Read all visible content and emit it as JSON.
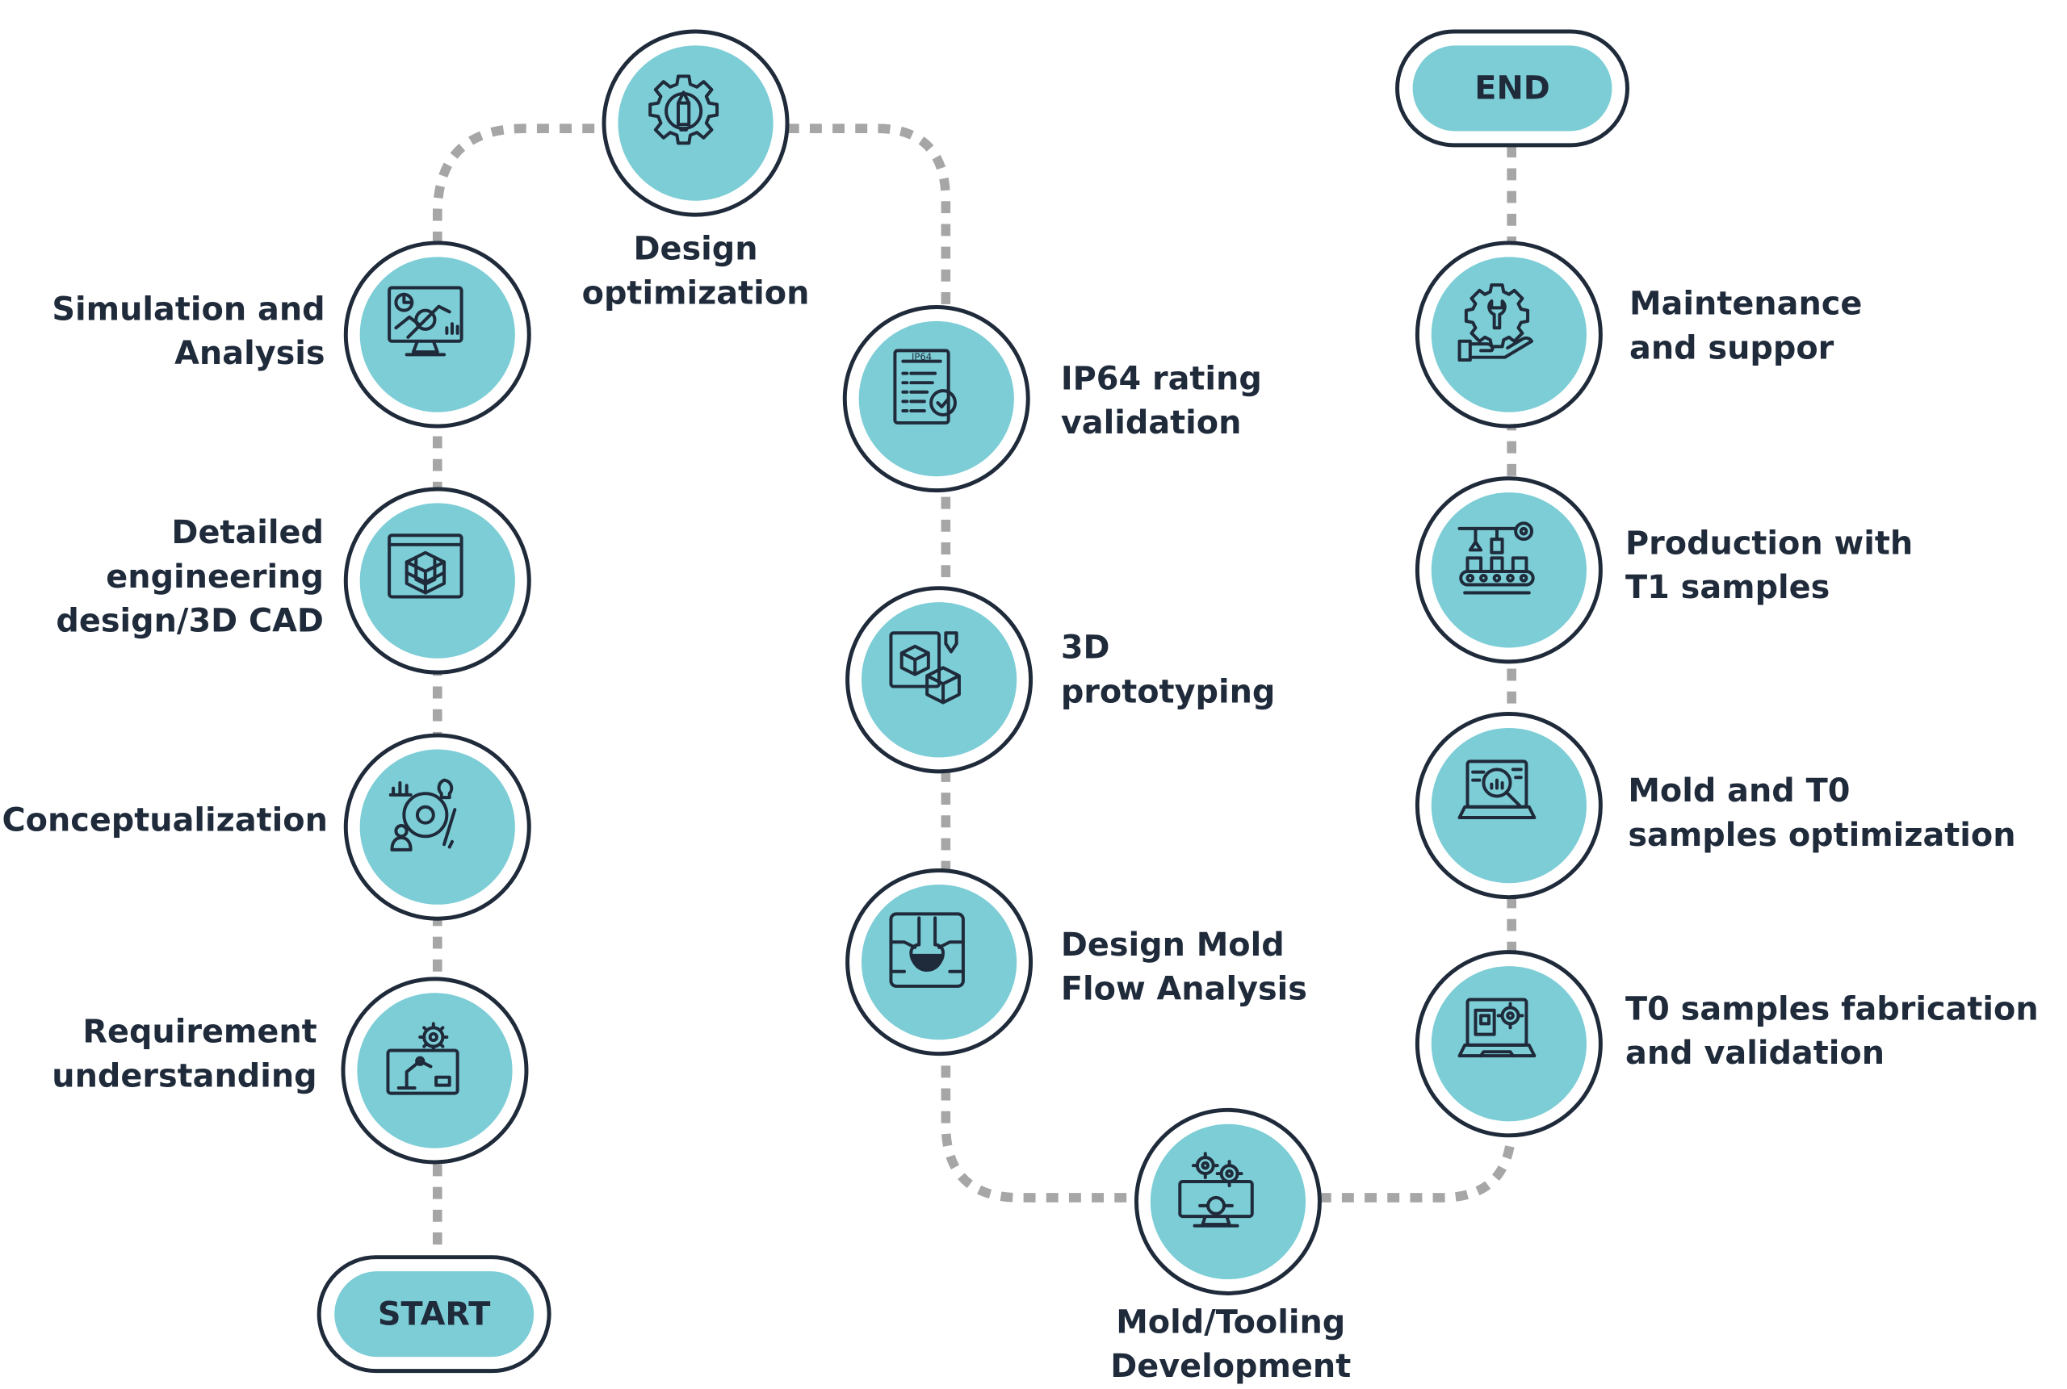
{
  "start_label": "START",
  "end_label": "END",
  "steps": [
    {
      "label": "Requirement\nunderstanding",
      "icon": "robot-arm-gear-icon"
    },
    {
      "label": "Conceptualization",
      "icon": "idea-chart-icon"
    },
    {
      "label": "Detailed\nengineering\ndesign/3D CAD",
      "icon": "cad-cube-icon"
    },
    {
      "label": "Simulation and\nAnalysis",
      "icon": "monitor-analysis-icon"
    },
    {
      "label": "Design\noptimization",
      "icon": "gear-pencil-icon"
    },
    {
      "label": "IP64 rating\nvalidation",
      "icon": "checklist-document-icon",
      "icon_text": "IP64"
    },
    {
      "label": "3D\nprototyping",
      "icon": "3d-print-cube-icon"
    },
    {
      "label": "Design Mold\nFlow Analysis",
      "icon": "mold-flow-icon"
    },
    {
      "label": "Mold/Tooling\nDevelopment",
      "icon": "monitor-gears-icon"
    },
    {
      "label": "T0 samples fabrication\n and validation",
      "icon": "laptop-gear-icon"
    },
    {
      "label": "Mold and T0\nsamples optimization",
      "icon": "laptop-magnifier-icon"
    },
    {
      "label": "Production with\nT1 samples",
      "icon": "production-line-icon"
    },
    {
      "label": "Maintenance\nand suppor",
      "icon": "hand-wrench-gear-icon"
    }
  ],
  "colors": {
    "accent": "#7ccdd6",
    "outline": "#1f2a3a",
    "connector": "#a6a6a6"
  }
}
